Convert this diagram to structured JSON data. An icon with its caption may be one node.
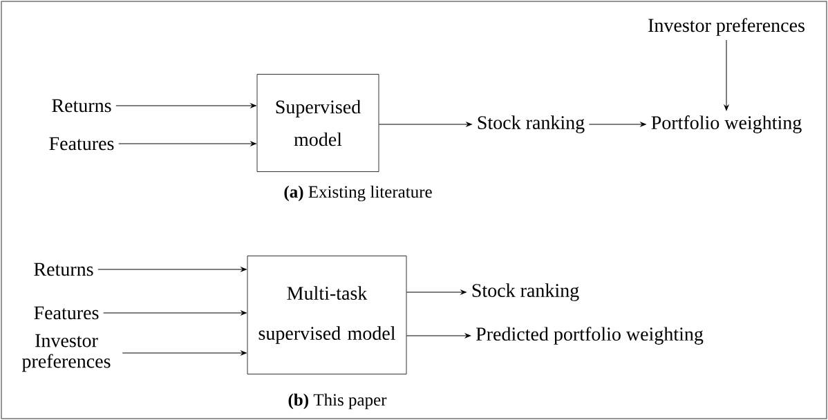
{
  "diagram": {
    "nodes": [
      {
        "text": [
          "Returns"
        ]
      },
      {
        "text": [
          "Features"
        ]
      },
      {
        "text": [
          "Supervised model"
        ]
      },
      {
        "text": [
          "Stock ranking"
        ]
      },
      {
        "text": [
          "Investor preferences"
        ]
      },
      {
        "text": [
          "Portfolio weighting"
        ]
      },
      {
        "text": [
          "Returns"
        ]
      },
      {
        "text": [
          "Features"
        ]
      },
      {
        "text": [
          "Investor preferences"
        ]
      },
      {
        "text": [
          "Multi-task supervised model"
        ]
      },
      {
        "text": [
          "Stock ranking"
        ]
      },
      {
        "text": [
          "Predicted portfolio weighting"
        ]
      }
    ],
    "edges": [
      {
        "from": 0,
        "to": 2,
        "arrow": "to"
      },
      {
        "from": 1,
        "to": 2,
        "arrow": "to"
      },
      {
        "from": 2,
        "to": 3,
        "arrow": "to"
      },
      {
        "from": 3,
        "to": 5,
        "arrow": "to"
      },
      {
        "from": 4,
        "to": 5,
        "arrow": "to"
      },
      {
        "from": 6,
        "to": 9,
        "arrow": "to"
      },
      {
        "from": 7,
        "to": 9,
        "arrow": "to"
      },
      {
        "from": 8,
        "to": 9,
        "arrow": "to"
      },
      {
        "from": 9,
        "to": 10,
        "arrow": "to"
      },
      {
        "from": 9,
        "to": 11,
        "arrow": "to"
      }
    ],
    "labels": [
      "**(a)** Existing literature",
      "**(b)** This paper"
    ]
  }
}
